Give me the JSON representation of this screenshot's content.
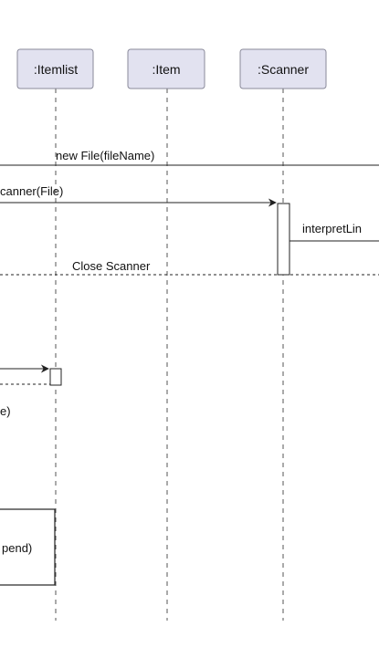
{
  "participants": [
    {
      "id": "itemlist",
      "label": ":Itemlist"
    },
    {
      "id": "item",
      "label": ":Item"
    },
    {
      "id": "scanner",
      "label": ":Scanner"
    }
  ],
  "messages": {
    "new_file": "new File(fileName)",
    "new_scanner": "canner(File)",
    "interpret_line": "interpretLin",
    "close_scanner": "Close Scanner",
    "partial_call": "e)",
    "note_text": "pend)"
  },
  "colors": {
    "participant_fill": "#e2e2f0",
    "participant_stroke": "#8a8a9a",
    "line": "#222222",
    "lifeline": "#555555"
  }
}
